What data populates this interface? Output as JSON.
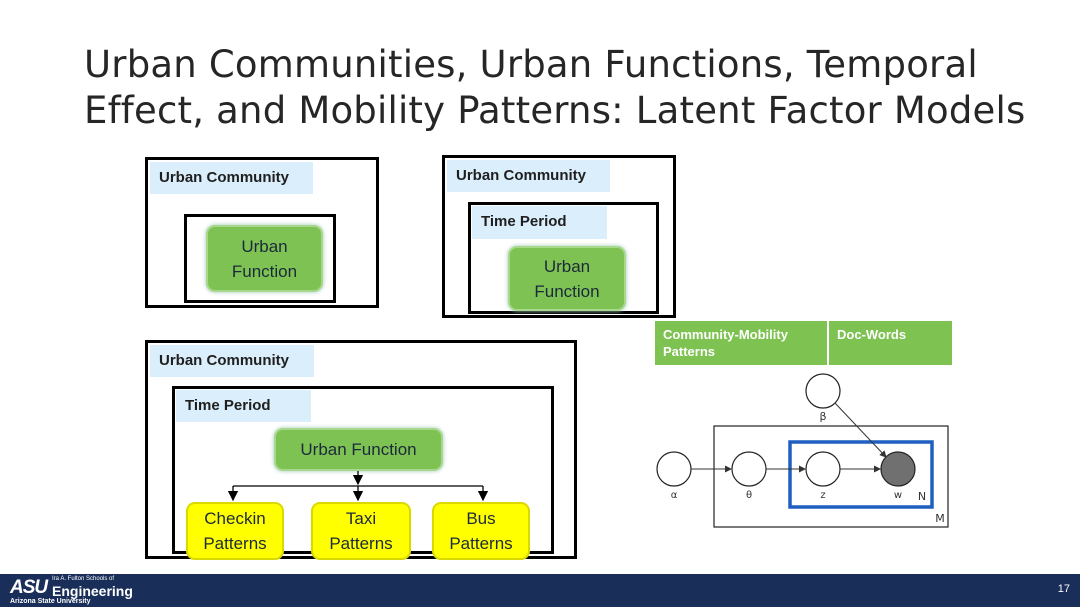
{
  "slide": {
    "title": "Urban Communities, Urban Functions, Temporal\nEffect, and Mobility Patterns: Latent Factor Models",
    "page_number": "17"
  },
  "diagram1": {
    "community_label": "Urban Community",
    "function_label": "Urban\nFunction"
  },
  "diagram2": {
    "community_label": "Urban Community",
    "time_label": "Time Period",
    "function_label": "Urban\nFunction"
  },
  "diagram3": {
    "community_label": "Urban Community",
    "time_label": "Time Period",
    "function_label": "Urban Function",
    "patterns": [
      "Checkin\nPatterns",
      "Taxi\nPatterns",
      "Bus\nPatterns"
    ]
  },
  "mapping_table": {
    "left": "Community-Mobility\nPatterns",
    "right": "Doc-Words"
  },
  "model": {
    "nodes": [
      "β",
      "α",
      "θ",
      "z",
      "w"
    ],
    "plates": [
      "N",
      "M"
    ],
    "highlight_color": "#1f5fbf",
    "observed_color": "#707070"
  },
  "footer": {
    "org_small": "Ira A. Fulton Schools of",
    "org_main": "Engineering",
    "asu": "ASU",
    "university": "Arizona State University"
  },
  "colors": {
    "green": "#7fc254",
    "yellow": "#ffff00",
    "label_bg": "#dbeefc",
    "footer": "#1a2e5a"
  }
}
